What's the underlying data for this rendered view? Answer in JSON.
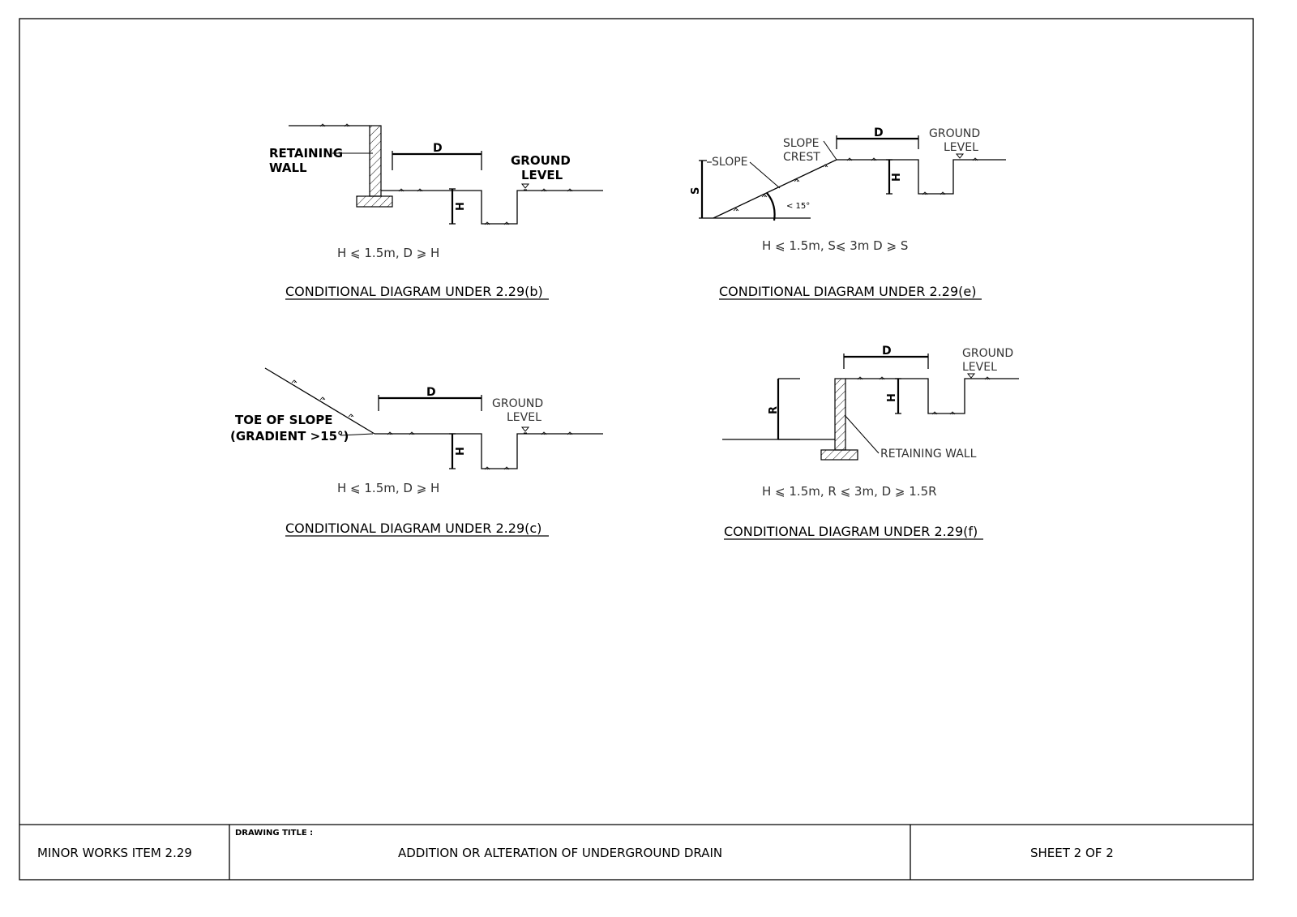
{
  "diagram_b": {
    "retaining_wall_label": [
      "RETAINING",
      "WALL"
    ],
    "ground_level_label": [
      "GROUND",
      "LEVEL"
    ],
    "dim_d": "D",
    "dim_h": "H",
    "condition": "H ⩽ 1.5m,  D ⩾ H",
    "caption": "CONDITIONAL  DIAGRAM  UNDER  2.29(b)"
  },
  "diagram_e": {
    "slope_label": "SLOPE",
    "slope_crest_label": [
      "SLOPE",
      "CREST"
    ],
    "ground_level_label": [
      "GROUND",
      "LEVEL"
    ],
    "angle_label": "< 15°",
    "dim_d": "D",
    "dim_h": "H",
    "dim_s": "S",
    "condition": "H ⩽ 1.5m,  S⩽ 3m  D ⩾ S",
    "caption": "CONDITIONAL  DIAGRAM  UNDER  2.29(e)"
  },
  "diagram_c": {
    "toe_label": [
      "TOE  OF  SLOPE",
      "(GRADIENT  >15°)"
    ],
    "ground_level_label": [
      "GROUND",
      "LEVEL"
    ],
    "dim_d": "D",
    "dim_h": "H",
    "condition": "H ⩽ 1.5m,  D ⩾ H",
    "caption": "CONDITIONAL  DIAGRAM  UNDER  2.29(c)"
  },
  "diagram_f": {
    "retaining_wall_label": "RETAINING  WALL",
    "ground_level_label": [
      "GROUND",
      "LEVEL"
    ],
    "dim_d": "D",
    "dim_h": "H",
    "dim_r": "R",
    "condition": "H ⩽  1.5m,  R ⩽ 3m,  D ⩾ 1.5R",
    "caption": "CONDITIONAL  DIAGRAM  UNDER  2.29(f)"
  },
  "title_block": {
    "item": "MINOR  WORKS  ITEM  2.29",
    "drawing_title_label": "DRAWING  TITLE :",
    "drawing_title": "ADDITION  OR  ALTERATION  OF  UNDERGROUND  DRAIN",
    "sheet": "SHEET  2  OF  2"
  }
}
